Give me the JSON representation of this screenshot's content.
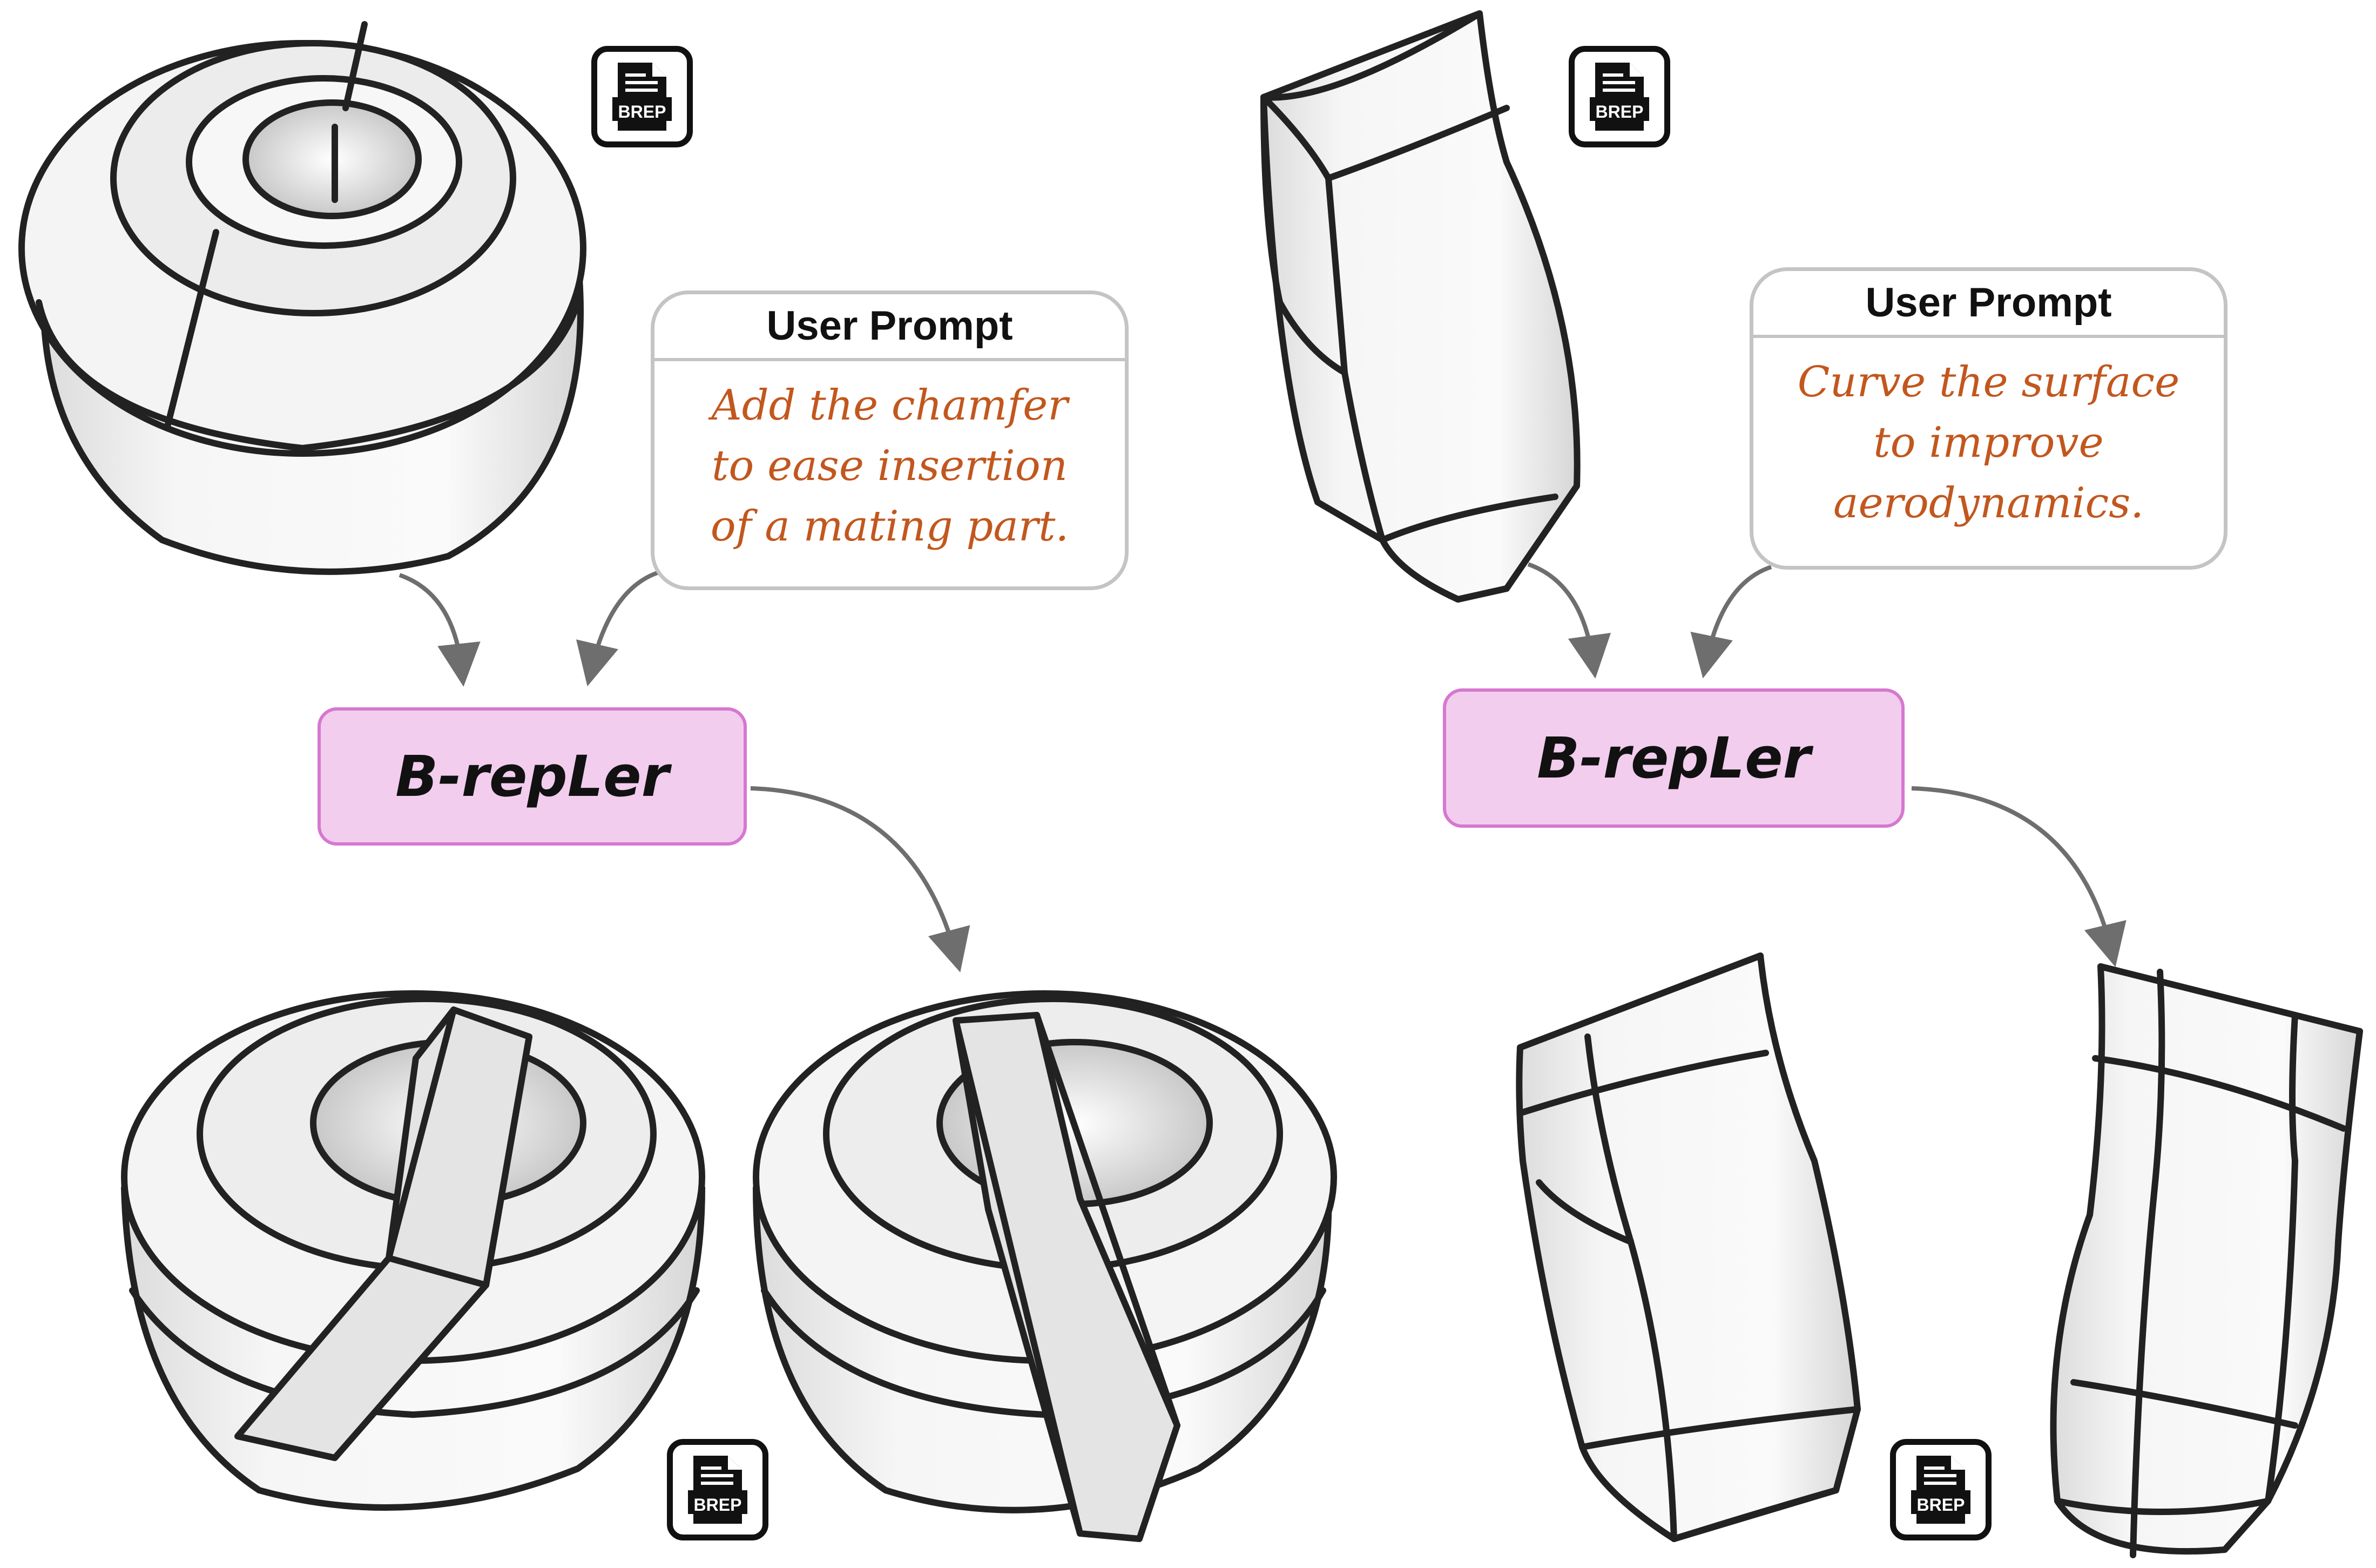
{
  "panels": [
    {
      "id": "chamfer",
      "prompt_title": "User Prompt",
      "prompt_lines": [
        "Add the chamfer",
        "to ease insertion",
        "of a mating part."
      ],
      "model_label": "B-repLer",
      "brep_label": "BREP"
    },
    {
      "id": "curve",
      "prompt_title": "User Prompt",
      "prompt_lines": [
        "Curve the surface",
        "to improve",
        "aerodynamics."
      ],
      "model_label": "B-repLer",
      "brep_label": "BREP"
    }
  ],
  "colors": {
    "prompt_text": "#c2571e",
    "model_fill": "#f2cdee",
    "model_border": "#d678cf",
    "arrow": "#6e6e6e",
    "edge": "#222222"
  },
  "icons": [
    "file-brep-icon"
  ]
}
